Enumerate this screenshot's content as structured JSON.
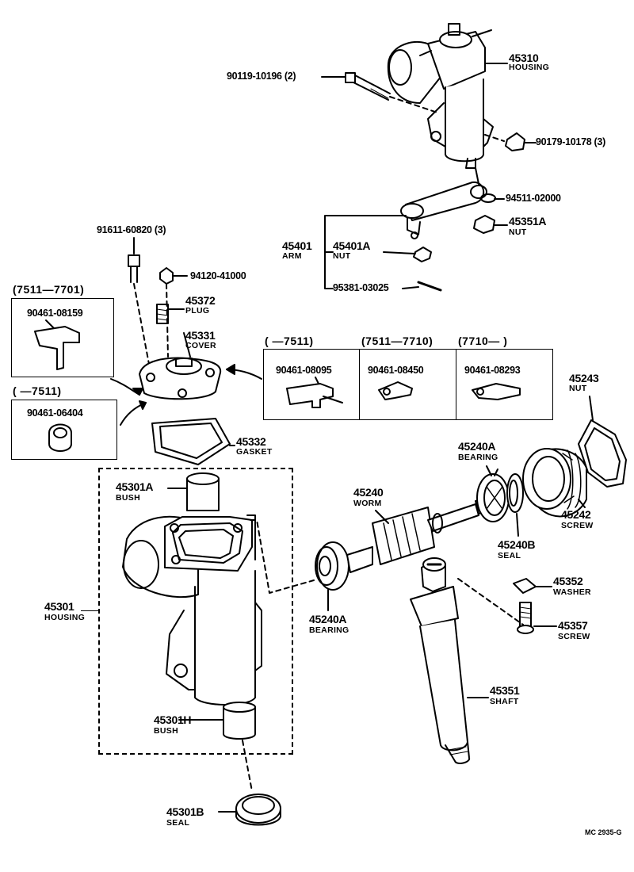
{
  "parts": {
    "p45310": {
      "number": "45310",
      "name": "HOUSING"
    },
    "bolt_top": {
      "number": "90119-10196 (2)"
    },
    "nut_top": {
      "number": "90179-10178 (3)"
    },
    "washer_94511": {
      "number": "94511-02000"
    },
    "p45351A": {
      "number": "45351A",
      "name": "NUT"
    },
    "p45401": {
      "number": "45401",
      "name": "ARM"
    },
    "p45401A": {
      "number": "45401A",
      "name": "NUT"
    },
    "pin_95381": {
      "number": "95381-03025"
    },
    "bolt_91611": {
      "number": "91611-60820 (3)"
    },
    "nut_94120": {
      "number": "94120-41000"
    },
    "p45372": {
      "number": "45372",
      "name": "PLUG"
    },
    "p45331": {
      "number": "45331",
      "name": "COVER"
    },
    "p45332": {
      "number": "45332",
      "name": "GASKET"
    },
    "p45243": {
      "number": "45243",
      "name": "NUT"
    },
    "p45240A_top": {
      "number": "45240A",
      "name": "BEARING"
    },
    "p45240": {
      "number": "45240",
      "name": "WORM"
    },
    "p45242": {
      "number": "45242",
      "name": "SCREW"
    },
    "p45240B": {
      "number": "45240B",
      "name": "SEAL"
    },
    "p45240A_bottom": {
      "number": "45240A",
      "name": "BEARING"
    },
    "p45352": {
      "number": "45352",
      "name": "WASHER"
    },
    "p45357": {
      "number": "45357",
      "name": "SCREW"
    },
    "p45351": {
      "number": "45351",
      "name": "SHAFT"
    },
    "p45301A": {
      "number": "45301A",
      "name": "BUSH"
    },
    "p45301": {
      "number": "45301",
      "name": "HOUSING"
    },
    "p45301H": {
      "number": "45301H",
      "name": "BUSH"
    },
    "p45301B": {
      "number": "45301B",
      "name": "SEAL"
    }
  },
  "brackets": {
    "left_top": {
      "range": "(7511—7701)",
      "part": "90461-08159"
    },
    "left_bottom": {
      "range": "(       —7511)",
      "part": "90461-06404"
    },
    "right": [
      {
        "range": "(       —7511)",
        "part": "90461-08095"
      },
      {
        "range": "(7511—7710)",
        "part": "90461-08450"
      },
      {
        "range": "(7710—         )",
        "part": "90461-08293"
      }
    ]
  },
  "footer_code": "MC 2935-G"
}
